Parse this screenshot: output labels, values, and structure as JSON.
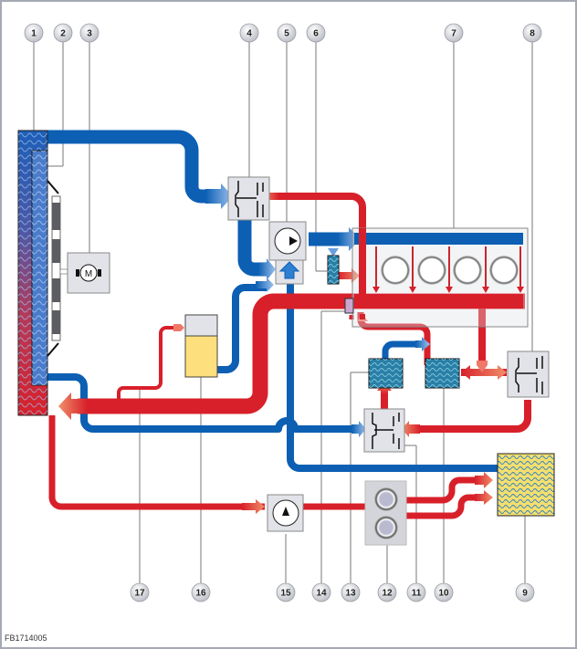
{
  "diagram": {
    "title": "Engine cooling system schematic",
    "figure_id": "FB1714005",
    "colors": {
      "coolant_cold": "#0c5fb3",
      "coolant_hot": "#d8202a",
      "component_gray": "#e2e3e8",
      "reservoir_fluid": "#fddf7d",
      "heat_exchanger": "#2a7fa6",
      "sensor": "#c9a7d0",
      "heater_core": "#f4df6e"
    },
    "callouts_top": [
      {
        "id": "1",
        "label": "1"
      },
      {
        "id": "2",
        "label": "2"
      },
      {
        "id": "3",
        "label": "3"
      },
      {
        "id": "4",
        "label": "4"
      },
      {
        "id": "5",
        "label": "5"
      },
      {
        "id": "6",
        "label": "6"
      },
      {
        "id": "7",
        "label": "7"
      },
      {
        "id": "8",
        "label": "8"
      }
    ],
    "callouts_bottom": [
      {
        "id": "17",
        "label": "17"
      },
      {
        "id": "16",
        "label": "16"
      },
      {
        "id": "15",
        "label": "15"
      },
      {
        "id": "14",
        "label": "14"
      },
      {
        "id": "13",
        "label": "13"
      },
      {
        "id": "12",
        "label": "12"
      },
      {
        "id": "11",
        "label": "11"
      },
      {
        "id": "10",
        "label": "10"
      },
      {
        "id": "9",
        "label": "9"
      }
    ],
    "components": {
      "radiator": "radiator",
      "low_temp_radiator": "low-temperature radiator",
      "fan_motor": "M",
      "thermostat_main": "thermostat",
      "coolant_pump": "coolant pump",
      "engine_block": "engine",
      "thermostat_right": "thermostat",
      "heater_core": "heater core",
      "heat_exchanger_10": "heat exchanger",
      "thermostat_11": "thermostat",
      "auxiliary_pump": "auxiliary pumps",
      "heat_exchanger_13": "heat exchanger",
      "temperature_sensor": "sensor",
      "auxiliary_pump_15": "electric pump",
      "expansion_tank": "expansion tank",
      "vent_line": "vent line"
    }
  }
}
